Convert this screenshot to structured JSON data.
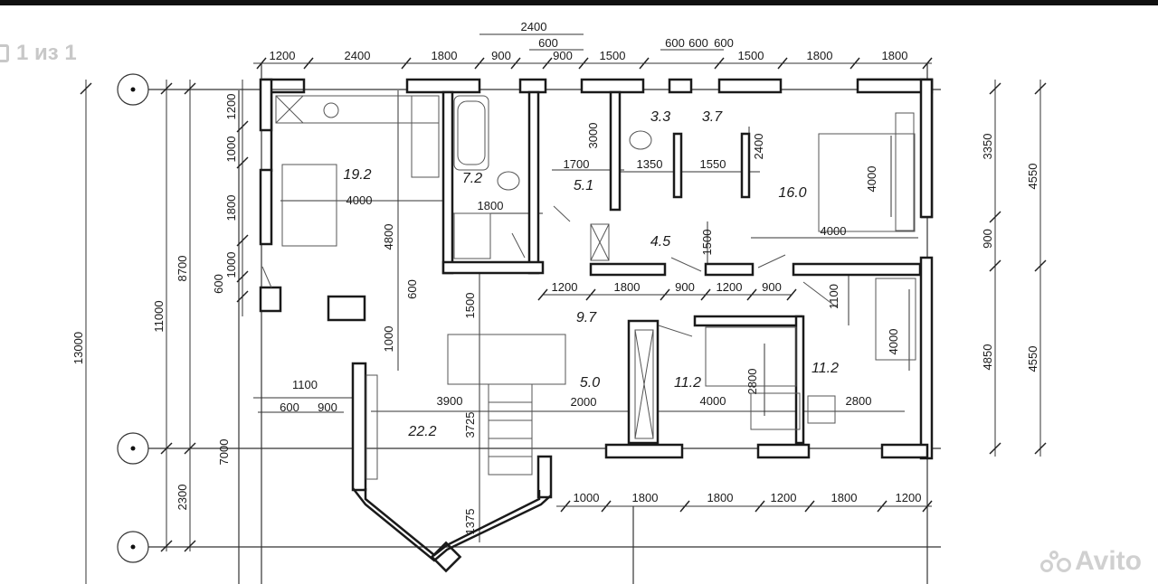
{
  "pager": {
    "text": "1 из 1"
  },
  "watermark": {
    "text": "Avito"
  },
  "colors": {
    "wall": "#1a1a1a",
    "line": "#333333",
    "fixture": "#555555",
    "ui_text": "#c8c8c8"
  },
  "icons": {
    "pager": "page-icon",
    "watermark": "avito-logo-icon"
  },
  "dimensions": {
    "top": [
      "1200",
      "2400",
      "1800",
      "900",
      "600",
      "900",
      "1500",
      "1500",
      "1800",
      "1800"
    ],
    "top_upper": [
      "2400",
      "600",
      "600",
      "600"
    ],
    "left_outer": [
      "13000",
      "11000",
      "8700",
      "7000",
      "2300"
    ],
    "left_inner": [
      "1200",
      "1000",
      "1800",
      "1000",
      "600",
      "600",
      "4800",
      "1000",
      "1500",
      "3725",
      "1375"
    ],
    "right": [
      "3350",
      "4550",
      "900",
      "4850",
      "4550"
    ],
    "bottom": [
      "1000",
      "1800",
      "1800",
      "1200",
      "1800",
      "1200"
    ],
    "interior": [
      "4000",
      "1800",
      "1700",
      "1350",
      "1550",
      "3000",
      "2400",
      "4000",
      "4000",
      "1500",
      "1200",
      "1800",
      "900",
      "1200",
      "900",
      "1100",
      "4000",
      "2800",
      "4000",
      "2800",
      "2000",
      "3900",
      "1100",
      "600",
      "900"
    ]
  },
  "rooms": [
    "19.2",
    "7.2",
    "5.1",
    "3.3",
    "3.7",
    "16.0",
    "4.5",
    "9.7",
    "5.0",
    "11.2",
    "11.2",
    "22.2"
  ]
}
